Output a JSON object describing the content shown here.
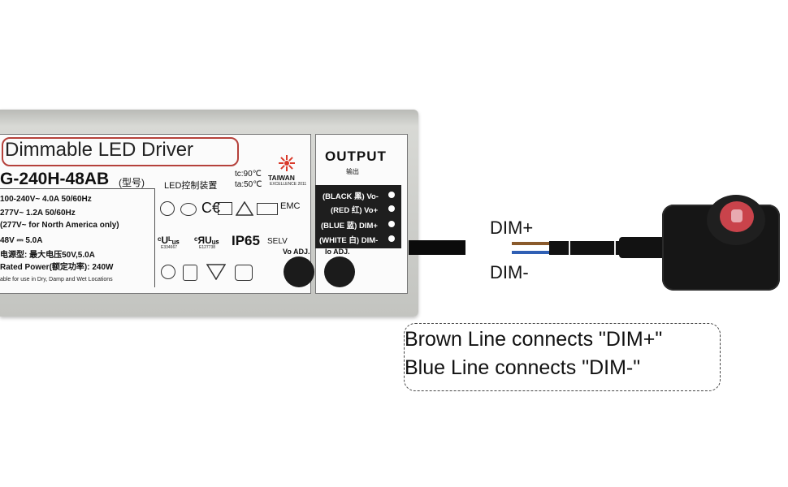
{
  "driver_label": {
    "title": "Dimmable LED Driver",
    "model": "G-240H-48AB",
    "model_suffix": "(型号)",
    "led_device": "LED控制装置",
    "tc": "tc:90℃",
    "ta": "ta:50℃",
    "brand": "TAIWAN",
    "brand_sub": "EXCELLENCE 2011",
    "input_1": "100-240V~    4.0A        50/60Hz",
    "input_2": "277V~         1.2A        50/60Hz",
    "input_3": "(277V~ for North America only)",
    "output_spec": "48V ⎓ 5.0A",
    "output_cn": "电源型: 最大电压50V,5.0A",
    "rated_power": "Rated Power(额定功率): 240W",
    "suitable": "able for use in Dry, Damp and Wet Locations",
    "ip_rating": "IP65",
    "selv": "SELV",
    "cert_1": "E334667",
    "cert_2": "E127738",
    "vo_adj": "Vo ADJ.",
    "io_adj": "Io ADJ."
  },
  "output_panel": {
    "heading": "OUTPUT",
    "heading_cn": "输出",
    "wires": [
      {
        "label": "(BLACK 黑) Vo-"
      },
      {
        "label": "(RED 红) Vo+"
      },
      {
        "label": "(BLUE 蓝) DIM+"
      },
      {
        "label": "(WHITE 白) DIM-"
      }
    ]
  },
  "wire_labels": {
    "dim_plus": "DIM+",
    "dim_minus": "DIM-"
  },
  "colors": {
    "brown_wire": "#8a5a2b",
    "blue_wire": "#2f5fb4",
    "title_border": "#b5413b",
    "knob_red": "#c9434b"
  },
  "note": {
    "line_1": "Brown Line connects \"DIM+\"",
    "line_2": "Blue Line connects \"DIM-\""
  }
}
